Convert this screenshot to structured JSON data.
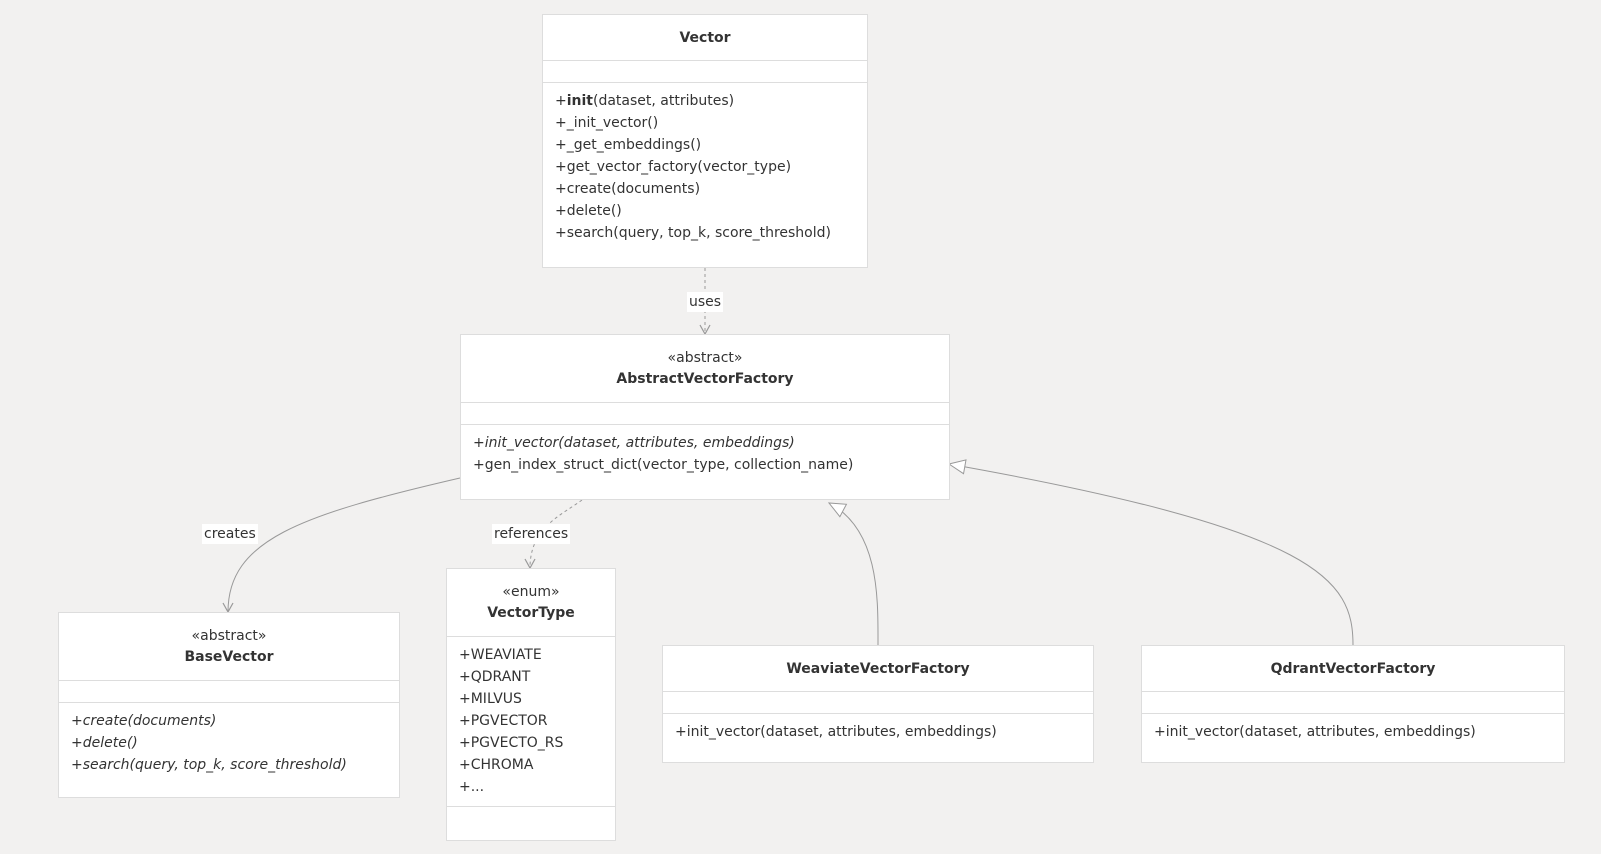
{
  "classes": {
    "vector": {
      "name": "Vector",
      "methods": [
        {
          "prefix": "+",
          "strong": "init",
          "rest": "(dataset, attributes)"
        },
        {
          "prefix": "+",
          "strong": "",
          "rest": "_init_vector()"
        },
        {
          "prefix": "+",
          "strong": "",
          "rest": "_get_embeddings()"
        },
        {
          "prefix": "+",
          "strong": "",
          "rest": "get_vector_factory(vector_type)"
        },
        {
          "prefix": "+",
          "strong": "",
          "rest": "create(documents)"
        },
        {
          "prefix": "+",
          "strong": "",
          "rest": "delete()"
        },
        {
          "prefix": "+",
          "strong": "",
          "rest": "search(query, top_k, score_threshold)"
        }
      ]
    },
    "abstract_vector_factory": {
      "stereotype": "«abstract»",
      "name": "AbstractVectorFactory",
      "methods": [
        "+init_vector(dataset, attributes, embeddings)",
        "+gen_index_struct_dict(vector_type, collection_name)"
      ]
    },
    "base_vector": {
      "stereotype": "«abstract»",
      "name": "BaseVector",
      "methods": [
        "+create(documents)",
        "+delete()",
        "+search(query, top_k, score_threshold)"
      ]
    },
    "vector_type": {
      "stereotype": "«enum»",
      "name": "VectorType",
      "values": [
        "+WEAVIATE",
        "+QDRANT",
        "+MILVUS",
        "+PGVECTOR",
        "+PGVECTO_RS",
        "+CHROMA",
        "+..."
      ]
    },
    "weaviate_vector_factory": {
      "name": "WeaviateVectorFactory",
      "methods": [
        "+init_vector(dataset, attributes, embeddings)"
      ]
    },
    "qdrant_vector_factory": {
      "name": "QdrantVectorFactory",
      "methods": [
        "+init_vector(dataset, attributes, embeddings)"
      ]
    }
  },
  "relations": {
    "uses": "uses",
    "creates": "creates",
    "references": "references"
  },
  "colors": {
    "background": "#f2f1f0",
    "box_fill": "#ffffff",
    "box_border": "#dddddd",
    "line": "#999999",
    "text": "#333333"
  }
}
